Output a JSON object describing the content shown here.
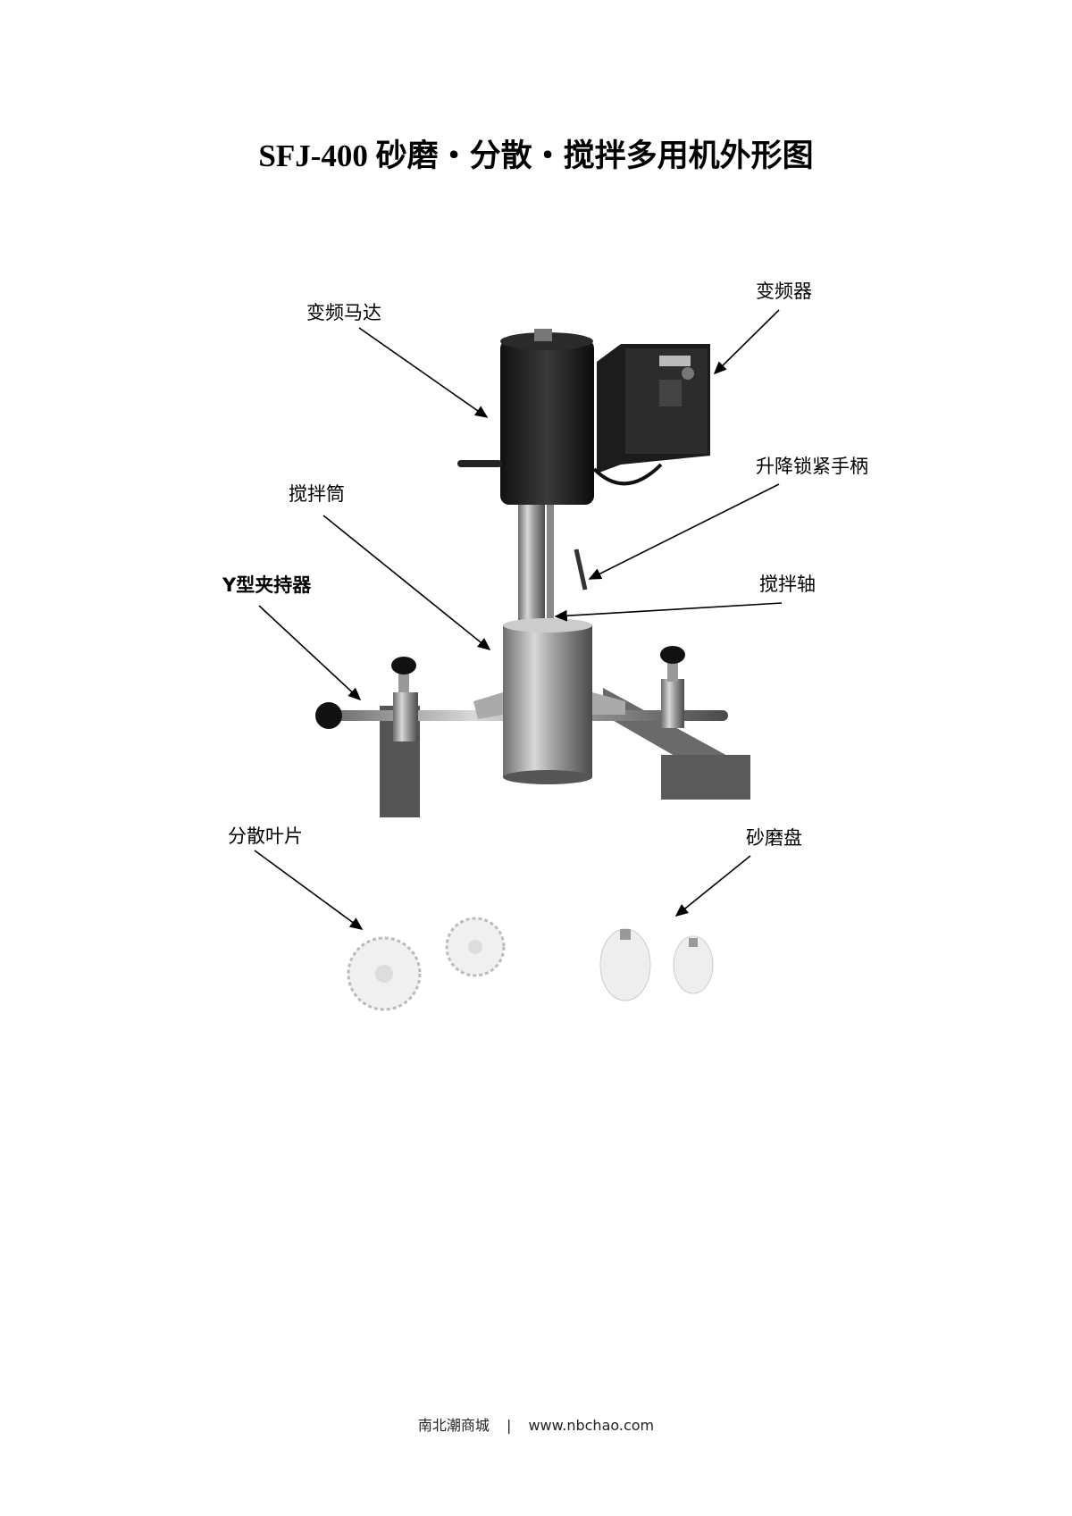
{
  "title": "SFJ-400 砂磨・分散・搅拌多用机外形图",
  "labels": {
    "motor": "变频马达",
    "inverter": "变频器",
    "lock_handle": "升降锁紧手柄",
    "mixing_cylinder": "搅拌筒",
    "y_clamp": "Y型夹持器",
    "mixing_shaft": "搅拌轴",
    "dispersion_blade": "分散叶片",
    "grinding_disc": "砂磨盘"
  },
  "footer": {
    "site_name": "南北潮商城",
    "separator": "|",
    "url": "www.nbchao.com"
  }
}
